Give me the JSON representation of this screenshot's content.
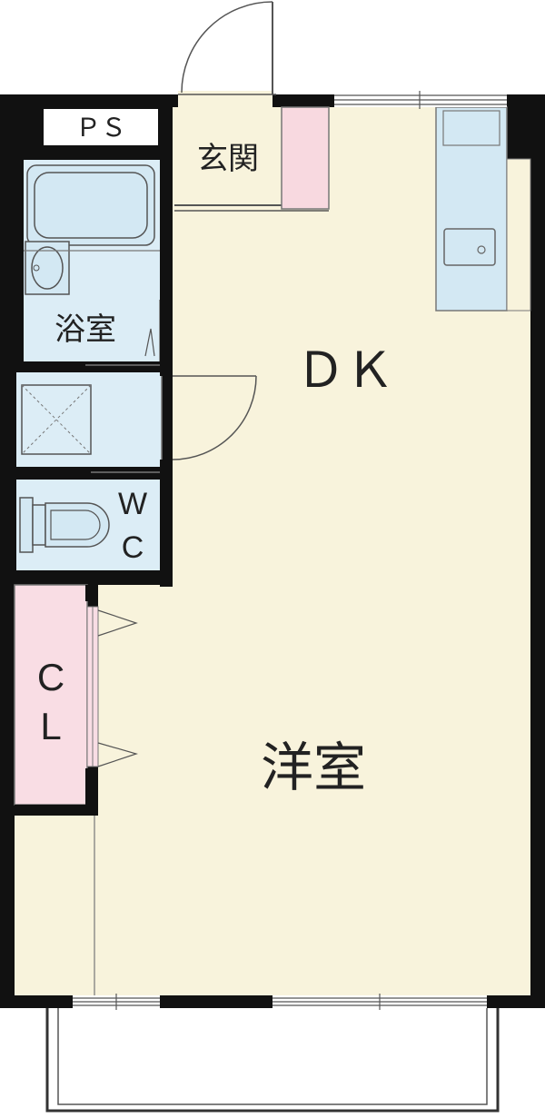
{
  "colors": {
    "wall": "#111111",
    "floor": "#f8f3dc",
    "wet_area": "#dcedf6",
    "fixture": "#d3e8f3",
    "closet": "#f9dde4",
    "shoe_cabinet": "#f8d9e0",
    "balcony": "#ffffff",
    "line": "#555555"
  },
  "icons": {
    "bathtub": "bathtub-icon",
    "washbasin": "washbasin-icon",
    "washer_pan": "washer-pan-icon",
    "toilet": "toilet-icon",
    "kitchen_sink": "kitchen-sink-icon"
  },
  "labels": {
    "ps": "ＰＳ",
    "genkan": "玄関",
    "bath": "浴室",
    "dk": "ＤＫ",
    "wc_w": "W",
    "wc_c": "C",
    "cl_c": "C",
    "cl_l": "L",
    "western_room": "洋室"
  }
}
